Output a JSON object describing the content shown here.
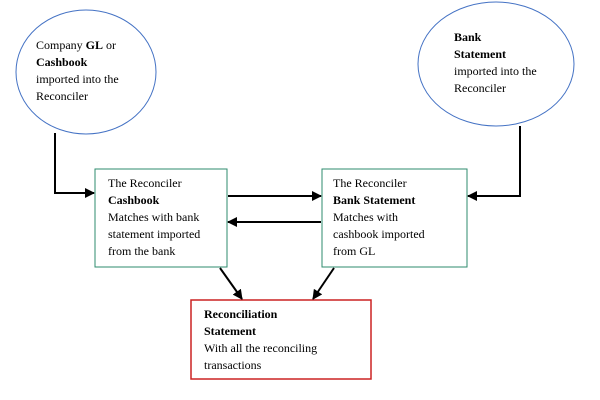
{
  "colors": {
    "ellipse_stroke": "#4472c4",
    "box_green": "#2e8b6e",
    "box_red": "#cc2222",
    "arrow": "#000000"
  },
  "nodes": {
    "gl_source": {
      "line1_pre": "Company ",
      "line1_bold": "GL",
      "line1_post": " or",
      "line2_bold": "Cashbook",
      "line3": "imported into the",
      "line4": "Reconciler"
    },
    "bank_source": {
      "line1_bold": "Bank",
      "line2_bold": "Statement",
      "line3": "imported into the",
      "line4": "Reconciler"
    },
    "cashbook_reconciler": {
      "line1": "The Reconciler",
      "line2_bold": "Cashbook",
      "line3": "Matches with bank",
      "line4": "statement imported",
      "line5": "from the bank"
    },
    "bank_reconciler": {
      "line1": "The Reconciler",
      "line2_bold": "Bank Statement",
      "line3": "Matches with",
      "line4": "cashbook imported",
      "line5": "from GL"
    },
    "reconciliation": {
      "line1_bold": "Reconciliation",
      "line2_bold": "Statement",
      "line3": "With all the reconciling",
      "line4": "transactions"
    }
  }
}
